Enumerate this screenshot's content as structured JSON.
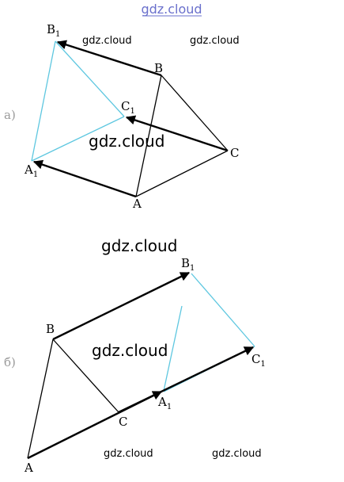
{
  "watermarks": {
    "top": "gdz.cloud",
    "a_left": "gdz.cloud",
    "a_right": "gdz.cloud",
    "a_center": "gdz.cloud",
    "b_top": "gdz.cloud",
    "b_center": "gdz.cloud",
    "b_bottom_left": "gdz.cloud",
    "b_bottom_right": "gdz.cloud"
  },
  "figure_a": {
    "part_label": "а)",
    "points": {
      "B1": {
        "base": "B",
        "sub": "1"
      },
      "B": {
        "base": "B",
        "sub": ""
      },
      "C1": {
        "base": "C",
        "sub": "1"
      },
      "C": {
        "base": "C",
        "sub": ""
      },
      "A1": {
        "base": "A",
        "sub": "1"
      },
      "A": {
        "base": "A",
        "sub": ""
      }
    }
  },
  "figure_b": {
    "part_label": "б)",
    "points": {
      "B1": {
        "base": "B",
        "sub": "1"
      },
      "B": {
        "base": "B",
        "sub": ""
      },
      "C1": {
        "base": "C",
        "sub": "1"
      },
      "C": {
        "base": "C",
        "sub": ""
      },
      "A1": {
        "base": "A",
        "sub": "1"
      },
      "A": {
        "base": "A",
        "sub": ""
      }
    }
  },
  "colors": {
    "edge": "#000000",
    "cyan_edge": "#5ec7e0",
    "watermark_top": "#6a70cc"
  }
}
